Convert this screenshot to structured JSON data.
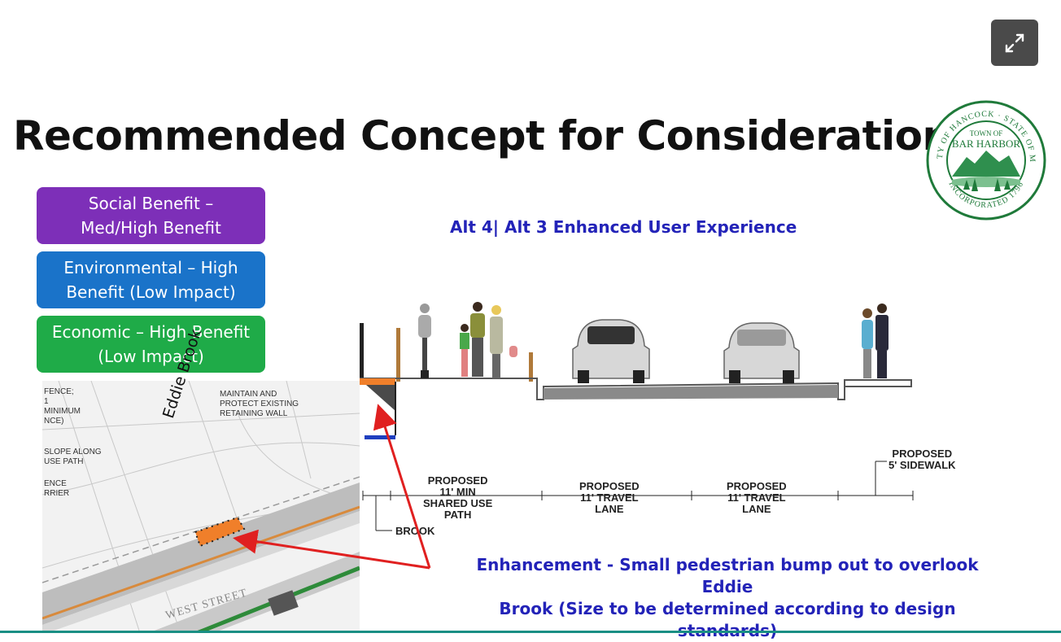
{
  "slide": {
    "title": "Recommended Concept for Consideration",
    "alt_title": "Alt 4| Alt 3 Enhanced User Experience",
    "benefits": [
      {
        "line1": "Social Benefit –",
        "line2": "Med/High Benefit",
        "color": "#7d2fb8"
      },
      {
        "line1": "Environmental – High",
        "line2": "Benefit (Low Impact)",
        "color": "#1a73c9"
      },
      {
        "line1": "Economic – High Benefit",
        "line2": "(Low Impact)",
        "color": "#1fab48"
      }
    ],
    "seal": {
      "top": "COUNTY OF HANCOCK · STATE OF MAINE",
      "center1": "TOWN OF",
      "center2": "BAR HARBOR",
      "bottom": "INCORPORATED 1796"
    },
    "cross_section": {
      "shared_use": [
        "PROPOSED",
        "11' MIN",
        "SHARED USE",
        "PATH"
      ],
      "travel_lane_1": [
        "PROPOSED",
        "11' TRAVEL",
        "LANE"
      ],
      "travel_lane_2": [
        "PROPOSED",
        "11' TRAVEL",
        "LANE"
      ],
      "sidewalk": [
        "PROPOSED",
        "5' SIDEWALK"
      ],
      "brook": "BROOK"
    },
    "map": {
      "fence_note": [
        "FENCE;",
        "1",
        "MINIMUM",
        "NCE)"
      ],
      "retaining_note": [
        "MAINTAIN AND",
        "PROTECT EXISTING",
        "RETAINING WALL"
      ],
      "slope_note": [
        "SLOPE ALONG",
        "USE PATH"
      ],
      "barrier_note": [
        "ENCE",
        "RRIER"
      ],
      "brook_name": "Eddie Brook",
      "street_name": "WEST STREET"
    },
    "enhancement": {
      "line1": "Enhancement - Small pedestrian bump out to overlook Eddie",
      "line2": "Brook (Size to be determined according to design standards)"
    },
    "colors": {
      "accent": "#2323b8",
      "arrow": "#e02020",
      "bumpout": "#f07f2a",
      "teal_rule": "#1a8f84"
    }
  },
  "controls": {
    "expand_icon": "expand-arrows-icon"
  }
}
